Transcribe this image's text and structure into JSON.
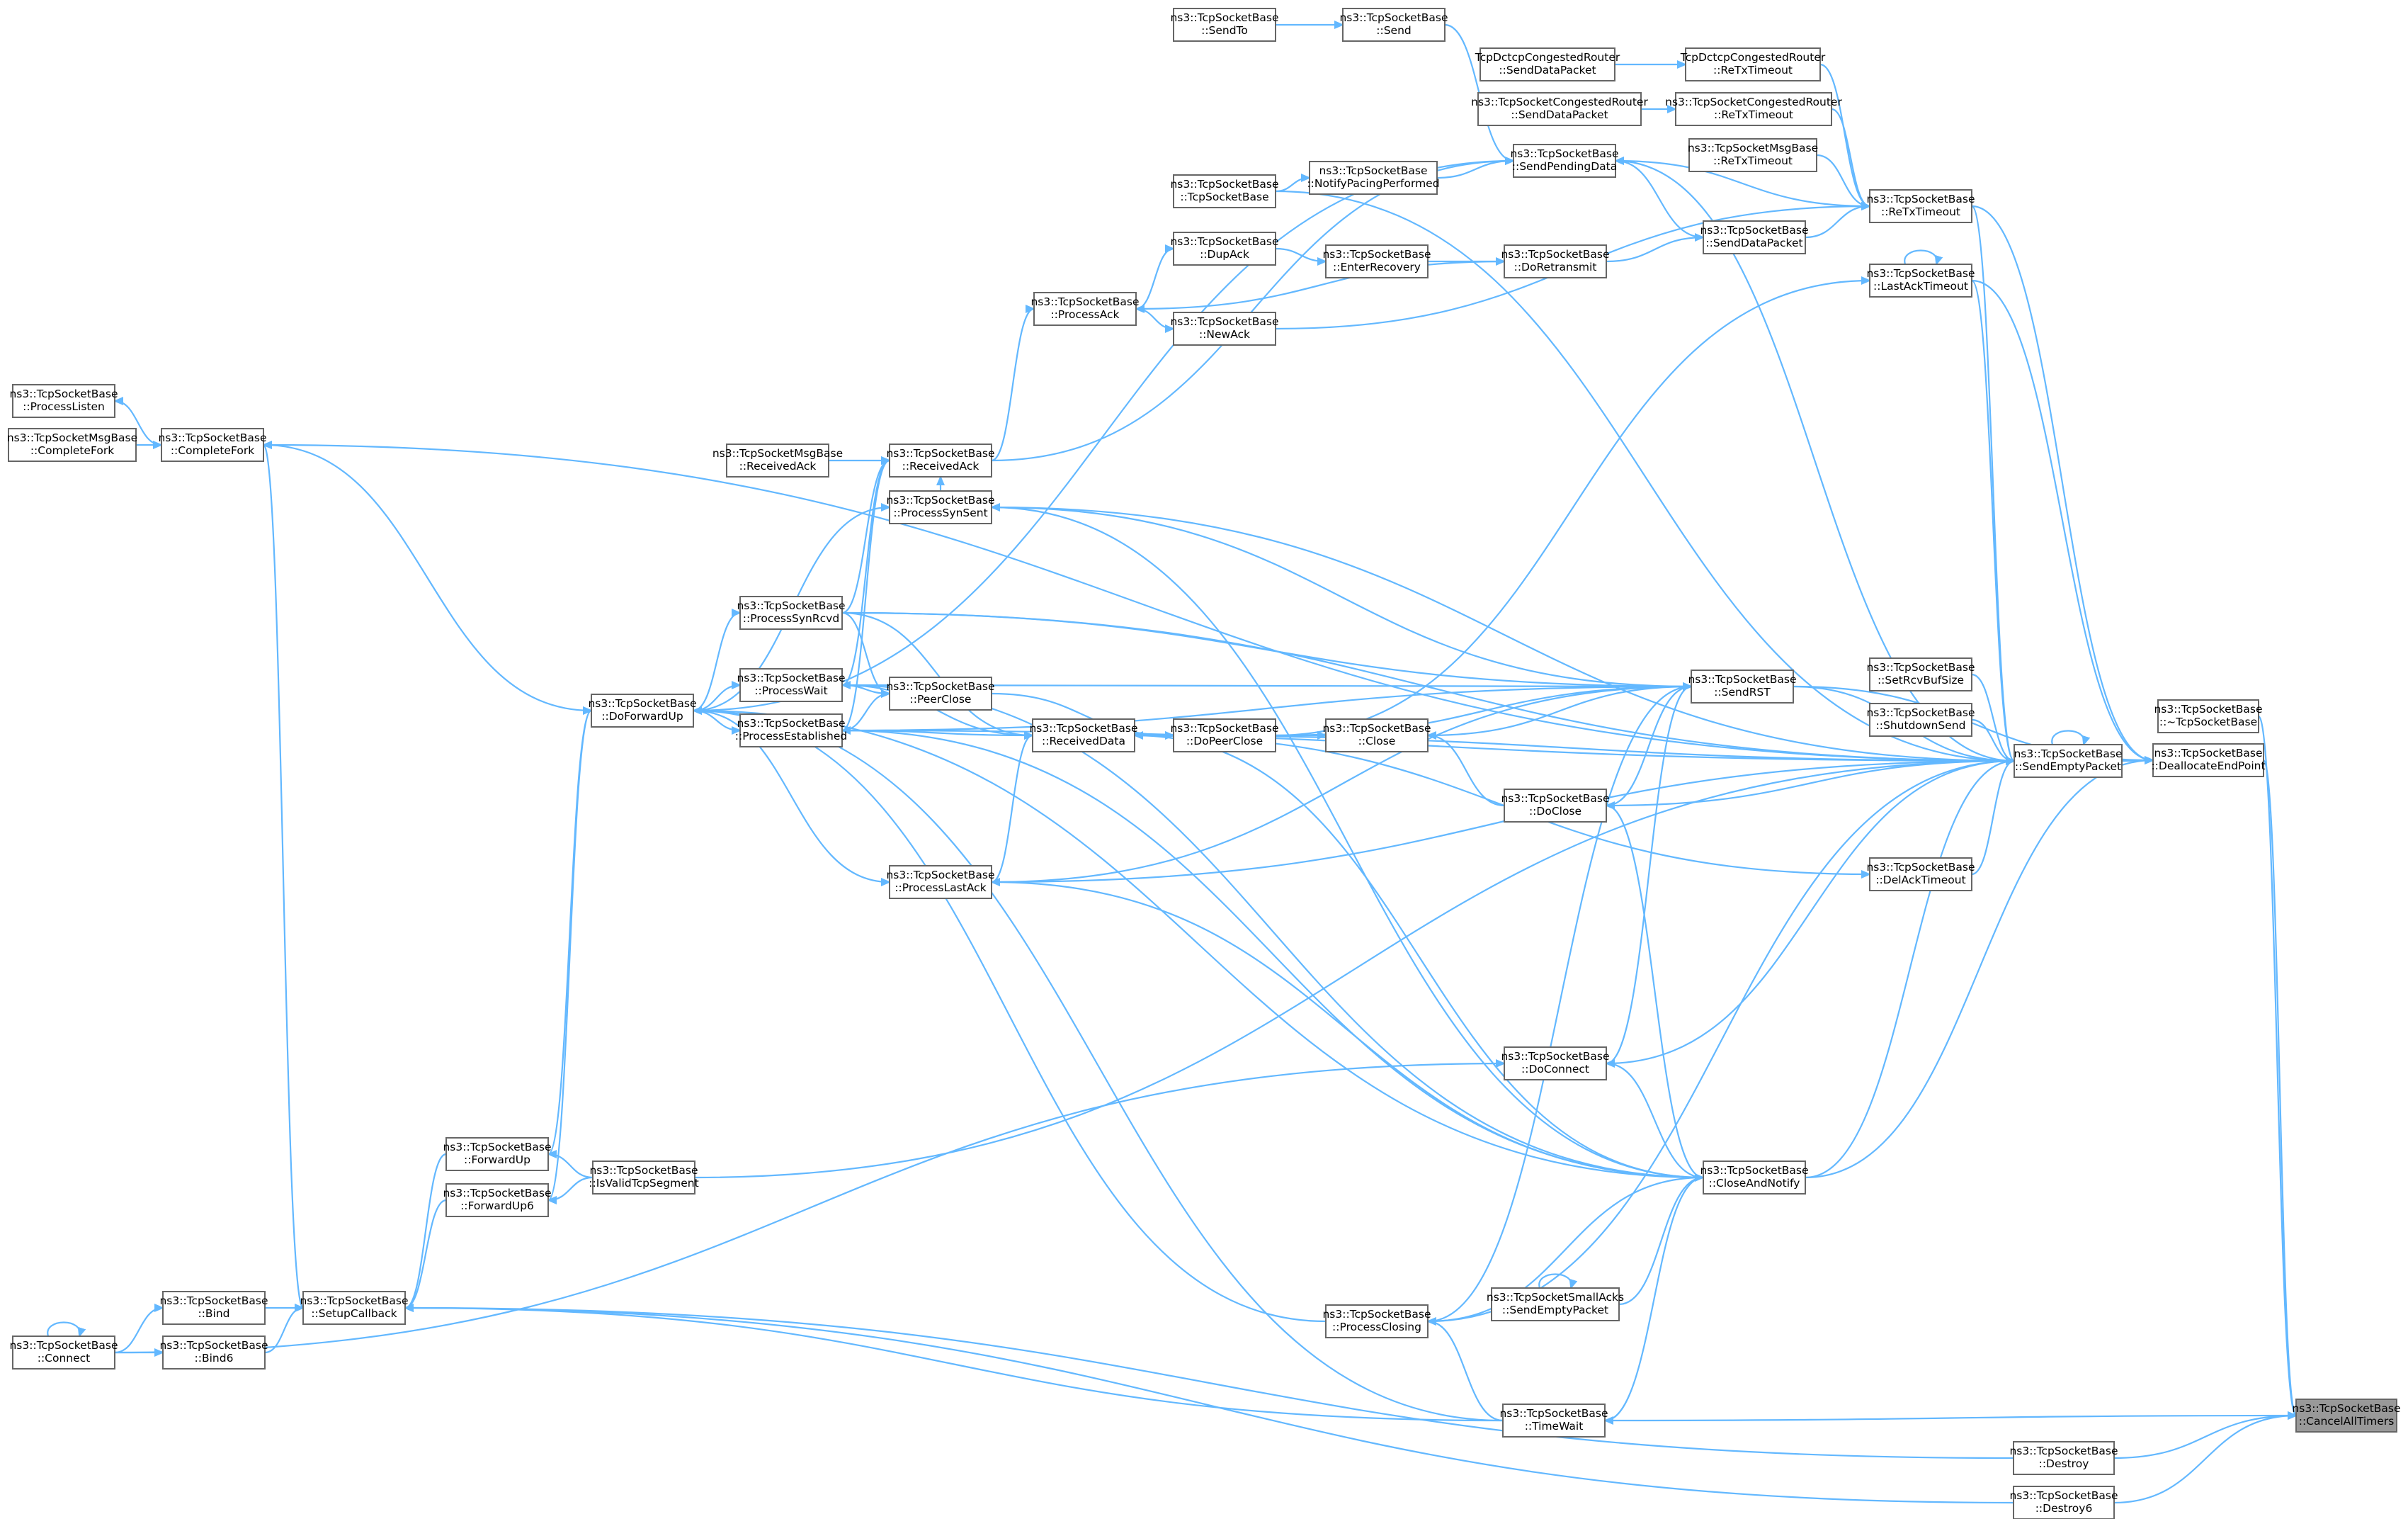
{
  "diagram": {
    "type": "call-graph",
    "colors": {
      "edge": "#63b8ff",
      "node_border": "#666666",
      "node_fill": "#ffffff",
      "focus_fill": "#999999"
    },
    "nodes": {
      "cancelAllTimers": [
        "ns3::TcpSocketBase",
        "::CancelAllTimers"
      ],
      "destructor": [
        "ns3::TcpSocketBase",
        "::~TcpSocketBase"
      ],
      "deallocateEndPoint": [
        "ns3::TcpSocketBase",
        "::DeallocateEndPoint"
      ],
      "destroy": [
        "ns3::TcpSocketBase",
        "::Destroy"
      ],
      "destroy6": [
        "ns3::TcpSocketBase",
        "::Destroy6"
      ],
      "timeWait": [
        "ns3::TcpSocketBase",
        "::TimeWait"
      ],
      "sendEmptyPacket": [
        "ns3::TcpSocketBase",
        "::SendEmptyPacket"
      ],
      "closeAndNotify": [
        "ns3::TcpSocketBase",
        "::CloseAndNotify"
      ],
      "setRcvBufSize": [
        "ns3::TcpSocketBase",
        "::SetRcvBufSize"
      ],
      "shutdownSend": [
        "ns3::TcpSocketBase",
        "::ShutdownSend"
      ],
      "delAckTimeout": [
        "ns3::TcpSocketBase",
        "::DelAckTimeout"
      ],
      "sendRST": [
        "ns3::TcpSocketBase",
        "::SendRST"
      ],
      "lastAckTimeout": [
        "ns3::TcpSocketBase",
        "::LastAckTimeout"
      ],
      "reTxTimeout": [
        "ns3::TcpSocketBase",
        "::ReTxTimeout"
      ],
      "sendPendingData": [
        "ns3::TcpSocketBase",
        "::SendPendingData"
      ],
      "sendDataPacket": [
        "ns3::TcpSocketBase",
        "::SendDataPacket"
      ],
      "doRetransmit": [
        "ns3::TcpSocketBase",
        "::DoRetransmit"
      ],
      "enterRecovery": [
        "ns3::TcpSocketBase",
        "::EnterRecovery"
      ],
      "dupAck": [
        "ns3::TcpSocketBase",
        "::DupAck"
      ],
      "newAck": [
        "ns3::TcpSocketBase",
        "::NewAck"
      ],
      "processAck": [
        "ns3::TcpSocketBase",
        "::ProcessAck"
      ],
      "notifyPacing": [
        "ns3::TcpSocketBase",
        "::NotifyPacingPerformed"
      ],
      "tcpSocketBase": [
        "ns3::TcpSocketBase",
        "::TcpSocketBase"
      ],
      "send": [
        "ns3::TcpSocketBase",
        "::Send"
      ],
      "sendTo": [
        "ns3::TcpSocketBase",
        "::SendTo"
      ],
      "dctcpSendData": [
        "TcpDctcpCongestedRouter",
        "::SendDataPacket"
      ],
      "dctcpReTx": [
        "TcpDctcpCongestedRouter",
        "::ReTxTimeout"
      ],
      "congSendData": [
        "ns3::TcpSocketCongestedRouter",
        "::SendDataPacket"
      ],
      "congReTx": [
        "ns3::TcpSocketCongestedRouter",
        "::ReTxTimeout"
      ],
      "msgReTx": [
        "ns3::TcpSocketMsgBase",
        "::ReTxTimeout"
      ],
      "receivedAck": [
        "ns3::TcpSocketBase",
        "::ReceivedAck"
      ],
      "msgReceivedAck": [
        "ns3::TcpSocketMsgBase",
        "::ReceivedAck"
      ],
      "processSynSent": [
        "ns3::TcpSocketBase",
        "::ProcessSynSent"
      ],
      "processSynRcvd": [
        "ns3::TcpSocketBase",
        "::ProcessSynRcvd"
      ],
      "processWait": [
        "ns3::TcpSocketBase",
        "::ProcessWait"
      ],
      "processEstablished": [
        "ns3::TcpSocketBase",
        "::ProcessEstablished"
      ],
      "peerClose": [
        "ns3::TcpSocketBase",
        "::PeerClose"
      ],
      "receivedData": [
        "ns3::TcpSocketBase",
        "::ReceivedData"
      ],
      "doPeerClose": [
        "ns3::TcpSocketBase",
        "::DoPeerClose"
      ],
      "close": [
        "ns3::TcpSocketBase",
        "::Close"
      ],
      "doClose": [
        "ns3::TcpSocketBase",
        "::DoClose"
      ],
      "processLastAck": [
        "ns3::TcpSocketBase",
        "::ProcessLastAck"
      ],
      "doForwardUp": [
        "ns3::TcpSocketBase",
        "::DoForwardUp"
      ],
      "processListen": [
        "ns3::TcpSocketBase",
        "::ProcessListen"
      ],
      "completeFork": [
        "ns3::TcpSocketBase",
        "::CompleteFork"
      ],
      "msgCompleteFork": [
        "ns3::TcpSocketMsgBase",
        "::CompleteFork"
      ],
      "doConnect": [
        "ns3::TcpSocketBase",
        "::DoConnect"
      ],
      "smallAcksSendEmpty": [
        "ns3::TcpSocketSmallAcks",
        "::SendEmptyPacket"
      ],
      "processClosing": [
        "ns3::TcpSocketBase",
        "::ProcessClosing"
      ],
      "isValidTcpSegment": [
        "ns3::TcpSocketBase",
        "::IsValidTcpSegment"
      ],
      "forwardUp": [
        "ns3::TcpSocketBase",
        "::ForwardUp"
      ],
      "forwardUp6": [
        "ns3::TcpSocketBase",
        "::ForwardUp6"
      ],
      "setupCallback": [
        "ns3::TcpSocketBase",
        "::SetupCallback"
      ],
      "bind": [
        "ns3::TcpSocketBase",
        "::Bind"
      ],
      "bind6": [
        "ns3::TcpSocketBase",
        "::Bind6"
      ],
      "connect": [
        "ns3::TcpSocketBase",
        "::Connect"
      ]
    }
  }
}
